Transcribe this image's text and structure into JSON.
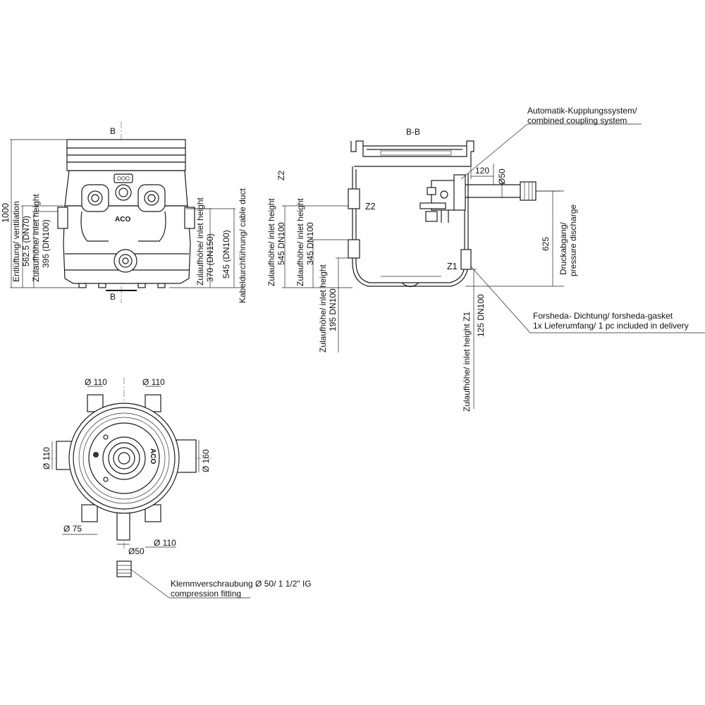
{
  "front_view": {
    "section_mark": "B",
    "brand": "ACO",
    "dim_total_height": "1000",
    "dim_ventilation_label": "Entlüftung/ ventilation",
    "dim_ventilation_value": "562.5 (DN70)",
    "dim_inlet_left_label": "Zulaufhöhe/ inlet height",
    "dim_inlet_left_value": "395 (DN100)",
    "dim_inlet_right_label": "Zulaufhöhe/ inlet height",
    "dim_inlet_right_value": "370 (DN150)",
    "dim_cable_value": "545 (DN100)",
    "dim_cable_label": "Kabeldurchführung/ cable duct"
  },
  "section_view": {
    "title": "B-B",
    "coupling_line1": "Automatik-Kupplungssystem/",
    "coupling_line2": "combined coupling system",
    "dim_offset": "120",
    "dim_pipe": "Ø50",
    "z2": "Z2",
    "z1": "Z1",
    "z2_label_line1": "Zulaufhöhe/ inlet height",
    "z2_label_line2": "Z2",
    "z2_value": "545 DN100",
    "inlet_345_label": "Zulaufhöhe/ inlet height",
    "inlet_345_value": "345 DN100",
    "inlet_195_label": "Zulaufhöhe/ inlet height",
    "inlet_195_value": "195 DN100",
    "z1_label": "Zulaufhöhe/ inlet height Z1",
    "z1_value": "125 DN100",
    "discharge_value": "625",
    "discharge_line1": "Druckabgang/",
    "discharge_line2": "pressure discharge",
    "gasket_line1": "Forsheda- Dichtung/ forsheda-gasket",
    "gasket_line2": "1x Lieferumfang/ 1 pc included in delivery"
  },
  "plan_view": {
    "brand": "ACO",
    "d110_top_left": "Ø 110",
    "d110_top_right": "Ø 110",
    "d110_left": "Ø 110",
    "d160_right": "Ø 160",
    "d75": "Ø 75",
    "d110_bottom": "Ø 110",
    "d50": "Ø50",
    "fitting_line1": "Klemmverschraubung Ø 50/ 1 1/2\" IG",
    "fitting_line2": "compression fitting"
  }
}
